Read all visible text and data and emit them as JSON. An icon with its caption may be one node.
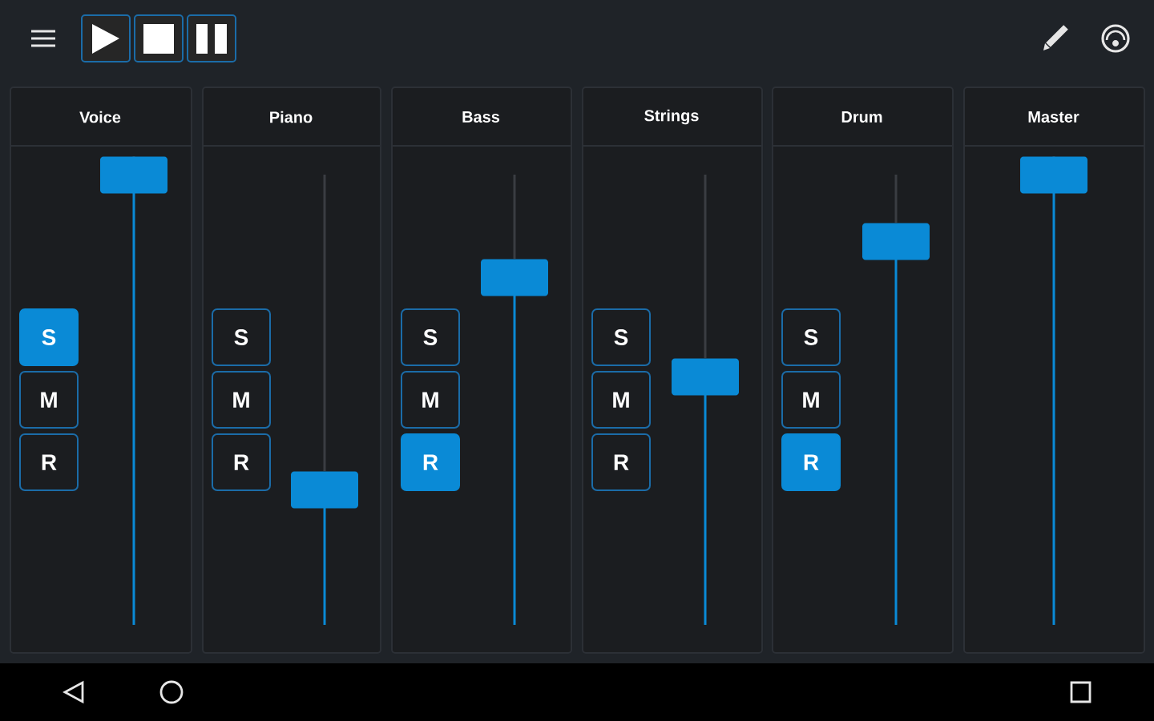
{
  "diagram": {
    "nodes": [
      {
        "text": [
          "Voice"
        ]
      },
      {
        "text": [
          "S"
        ],
        "in": 0
      },
      {
        "text": [
          "M"
        ],
        "in": 0
      },
      {
        "text": [
          "R"
        ],
        "in": 0
      },
      {
        "text": [],
        "shape": "box",
        "in": 0
      },
      {
        "text": [
          "Piano"
        ]
      },
      {
        "text": [
          "S"
        ],
        "in": 5
      },
      {
        "text": [
          "M"
        ],
        "in": 5
      },
      {
        "text": [
          "R"
        ],
        "in": 5
      },
      {
        "text": [],
        "shape": "box",
        "in": 5
      },
      {
        "text": [
          "Bass"
        ]
      },
      {
        "text": [
          "S"
        ],
        "in": 10
      },
      {
        "text": [
          "M"
        ],
        "in": 10
      },
      {
        "text": [
          "R"
        ],
        "in": 10
      },
      {
        "text": [],
        "shape": "box",
        "in": 10
      },
      {
        "text": [
          "Strings"
        ]
      },
      {
        "text": [
          "S"
        ],
        "in": 15
      },
      {
        "text": [
          "M"
        ],
        "in": 15
      },
      {
        "text": [
          "R"
        ],
        "in": 15
      },
      {
        "text": [],
        "shape": "box",
        "in": 15
      },
      {
        "text": [
          "Drum"
        ]
      },
      {
        "text": [
          "S"
        ],
        "in": 20
      },
      {
        "text": [
          "M"
        ],
        "in": 20
      },
      {
        "text": [
          "R"
        ],
        "in": 20
      },
      {
        "text": [],
        "shape": "box",
        "in": 20
      },
      {
        "text": [
          "Master"
        ]
      },
      {
        "text": [],
        "shape": "box",
        "in": 25
      }
    ]
  }
}
